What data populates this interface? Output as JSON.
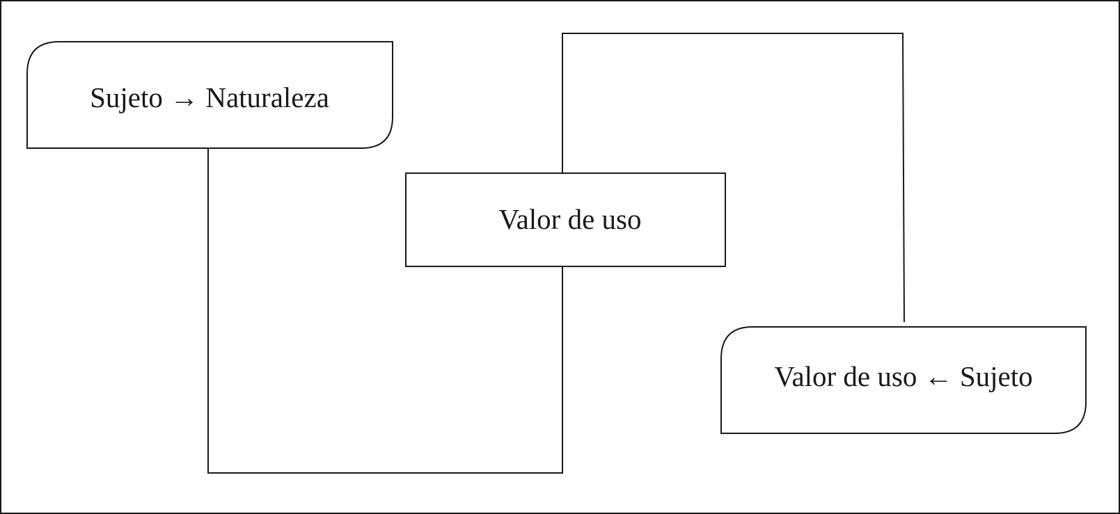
{
  "nodes": {
    "subject_nature": "Sujeto → Naturaleza",
    "use_value": "Valor de uso",
    "use_value_subject": "Valor de uso ← Sujeto"
  }
}
